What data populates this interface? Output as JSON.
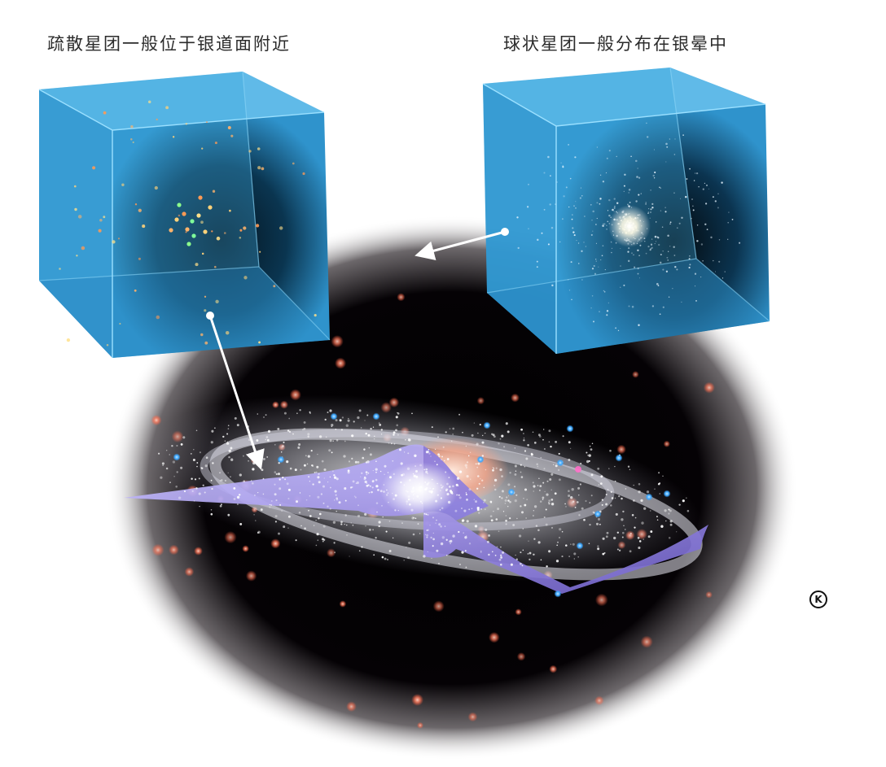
{
  "captions": {
    "open_cluster": "疏散星团一般位于银道面附近",
    "globular_cluster": "球状星团一般分布在银晕中"
  },
  "copyright_mark": "K",
  "colors": {
    "halo": "#000000",
    "halo_star": "#ff8a6a",
    "cube_face": "#2f9bd6",
    "disk_purple": "#9a8ee8",
    "bulge_pink": "#f2a58a",
    "blue_cluster": "#3aa6ff",
    "arrow": "#ffffff"
  },
  "icons": {
    "open_cluster_cube": "cube-icon",
    "globular_cluster_cube": "cube-icon",
    "copyright": "circled-k-icon"
  }
}
